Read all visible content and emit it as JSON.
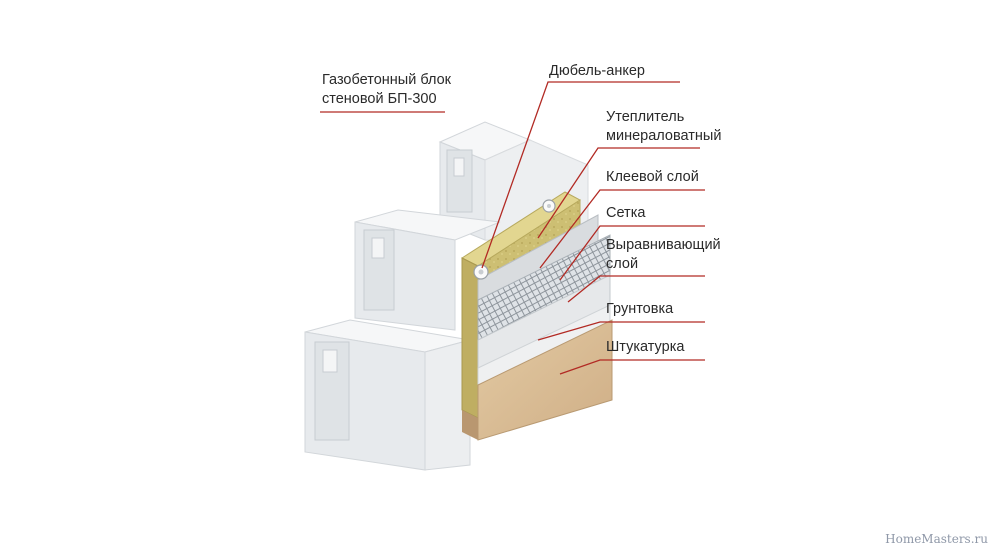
{
  "labels": {
    "gas_block": "Газобетонный блок стеновой БП-300",
    "dowel": "Дюбель-анкер",
    "insulation": "Утеплитель минераловатный",
    "glue": "Клеевой слой",
    "mesh": "Сетка",
    "leveling": "Выравнивающий слой",
    "primer": "Грунтовка",
    "plaster": "Штукатурка"
  },
  "watermark": "HomeMasters.ru",
  "colors": {
    "leader_line": "#b22a24",
    "block": "#eef0f2",
    "insulation": "#cdbf73",
    "mesh": "#c8cdd2",
    "plaster": "#d6b891"
  }
}
